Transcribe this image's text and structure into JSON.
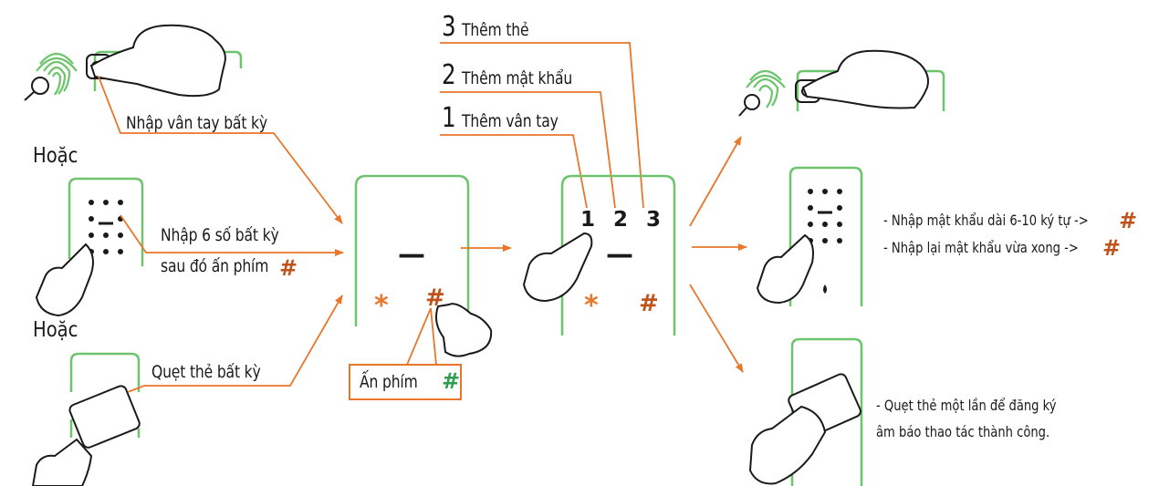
{
  "colors": {
    "orange": "#e9762a",
    "green": "#6cc46c",
    "hash_orange": "#c0531c",
    "hash_green": "#2e9e4f",
    "ink": "#1a1a1a"
  },
  "icons": [
    "fingerprint-icon",
    "magnifier-icon",
    "hand-icon",
    "keypad-icon",
    "card-icon"
  ],
  "left": {
    "fingerprint_label": "Nhập vân tay bất kỳ",
    "or_1": "Hoặc",
    "code_label_line1": "Nhập 6 số bất kỳ",
    "code_label_line2": "sau đó ấn phím",
    "hash": "#",
    "or_2": "Hoặc",
    "card_label": "Quẹt thẻ bất kỳ"
  },
  "lock1": {
    "dash": "—",
    "star": "*",
    "hash": "#"
  },
  "callout": {
    "label": "Ấn phím",
    "hash": "#"
  },
  "menu": [
    {
      "num": "3",
      "label": "Thêm thẻ"
    },
    {
      "num": "2",
      "label": "Thêm mật khẩu"
    },
    {
      "num": "1",
      "label": "Thêm vân tay"
    }
  ],
  "lock2": {
    "keys": "1 2 3",
    "dash": "—",
    "star": "*",
    "hash": "#"
  },
  "right": {
    "pw_line1": "- Nhập mật khẩu dài 6-10 ký tự  ->",
    "pw_line2": "- Nhập lại mật khẩu vừa xong ->",
    "hash": "#",
    "card_line1": "- Quẹt thẻ một  lần để đăng ký",
    "card_line2": "âm báo thao tác thành công."
  }
}
